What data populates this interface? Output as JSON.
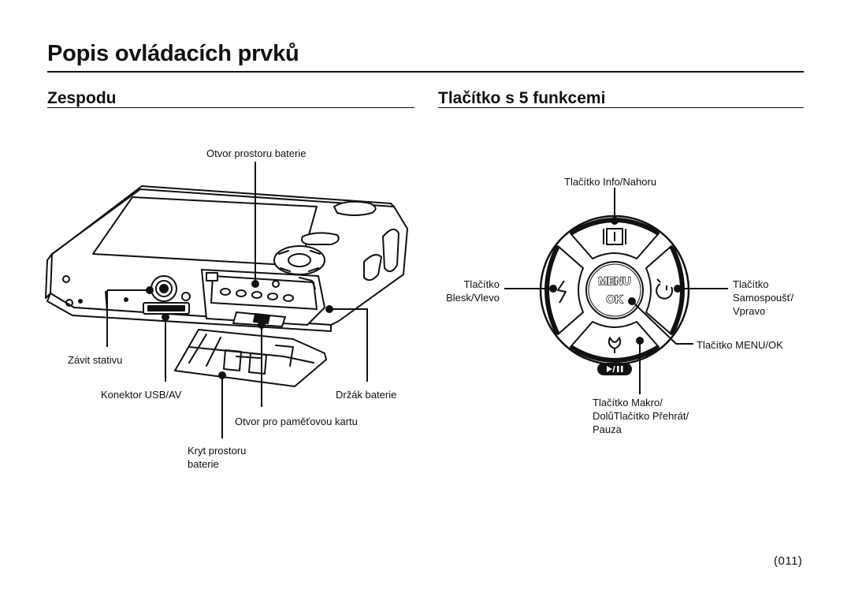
{
  "page": {
    "title": "Popis ovládacích prvků",
    "page_number": "011"
  },
  "bottom_section": {
    "title": "Zespodu",
    "labels": {
      "battery_door_opening": "Otvor prostoru baterie",
      "tripod_thread": "Závit stativu",
      "usb_av_connector": "Konektor USB/AV",
      "battery_holder": "Držák baterie",
      "memory_card_slot": "Otvor pro paměťovou kartu",
      "battery_cover_line1": "Kryt prostoru",
      "battery_cover_line2": "baterie"
    }
  },
  "five_function_section": {
    "title": "Tlačítko s 5 funkcemi",
    "labels": {
      "info_up": "Tlačítko Info/Nahoru",
      "flash_left_line1": "Tlačítko",
      "flash_left_line2": "Blesk/Vlevo",
      "timer_right_line1": "Tlačítko",
      "timer_right_line2": "Samospoušť/",
      "timer_right_line3": "Vpravo",
      "menu_ok": "Tlačítko MENU/OK",
      "macro_line1": "Tlačítko Makro/",
      "macro_line2": "DolůTlačítko Přehrát/",
      "macro_line3": "Pauza"
    },
    "button_text": {
      "center_top": "MENU",
      "center_bottom": "OK"
    }
  }
}
